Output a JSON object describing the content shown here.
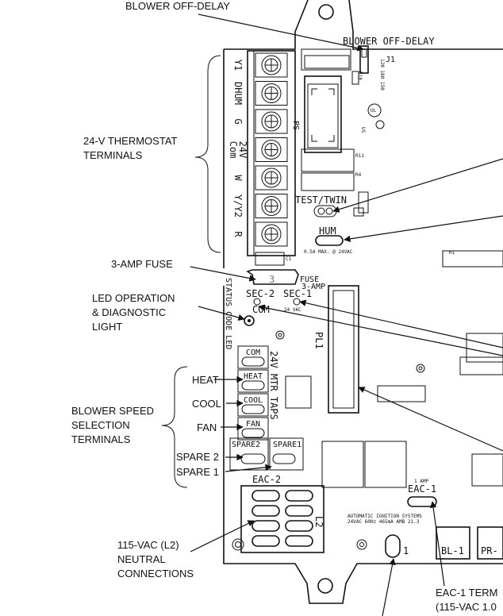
{
  "callouts": {
    "blower_off_delay": "BLOWER OFF-DELAY",
    "thermostat_line1": "24-V THERMOSTAT",
    "thermostat_line2": "TERMINALS",
    "fuse": "3-AMP FUSE",
    "led_line1": "LED OPERATION",
    "led_line2": "& DIAGNOSTIC",
    "led_line3": "LIGHT",
    "heat": "HEAT",
    "cool": "COOL",
    "fan": "FAN",
    "speed_line1": "BLOWER SPEED",
    "speed_line2": "SELECTION",
    "speed_line3": "TERMINALS",
    "spare2": "SPARE 2",
    "spare1": "SPARE 1",
    "neutral_line1": "115-VAC (L2)",
    "neutral_line2": "NEUTRAL",
    "neutral_line3": "CONNECTIONS",
    "eac1_line1": "EAC-1 TERM",
    "eac1_line2": "(115-VAC 1.0"
  },
  "board": {
    "blower_off_delay": "BLOWER OFF-DELAY",
    "j1": "J1",
    "delay_numbers": "120 180 150",
    "thermostat_terminals": [
      "Y1",
      "DHUM",
      "G",
      "Com 24V",
      "W",
      "Y/Y2",
      "R"
    ],
    "test_twin": "TEST/TWIN",
    "hum": "HUM",
    "hum_rating": "0.5A MAX. @ 24VAC",
    "fuse": "FUSE",
    "fuse_rating": "3-AMP",
    "status_code_led": "STATUS CODE LED",
    "sec2": "SEC-2",
    "sec1": "SEC-1",
    "com": "COM",
    "vac": "24 VAC",
    "pl1": "PL1",
    "motor_taps": [
      "COM",
      "HEAT",
      "COOL",
      "FAN"
    ],
    "motor_taps_title": "24V MTR TAPS",
    "spare2": "SPARE2",
    "spare1": "SPARE1",
    "eac2": "EAC-2",
    "l2": "L2",
    "eac1": "EAC-1",
    "eac1_rating": "1 AMP",
    "system_note_1": "AUTOMATIC  IGNITION  SYSTEMS",
    "system_note_2": "24VAC 60Hz 465mA AMB  21.3",
    "terminal_1": "1",
    "bl1": "BL-1",
    "pr": "PR-",
    "ps": "PS",
    "us": "US",
    "r10": "R10",
    "r11": "R11",
    "r4": "R4",
    "r1": "R1",
    "c1": "C1"
  }
}
